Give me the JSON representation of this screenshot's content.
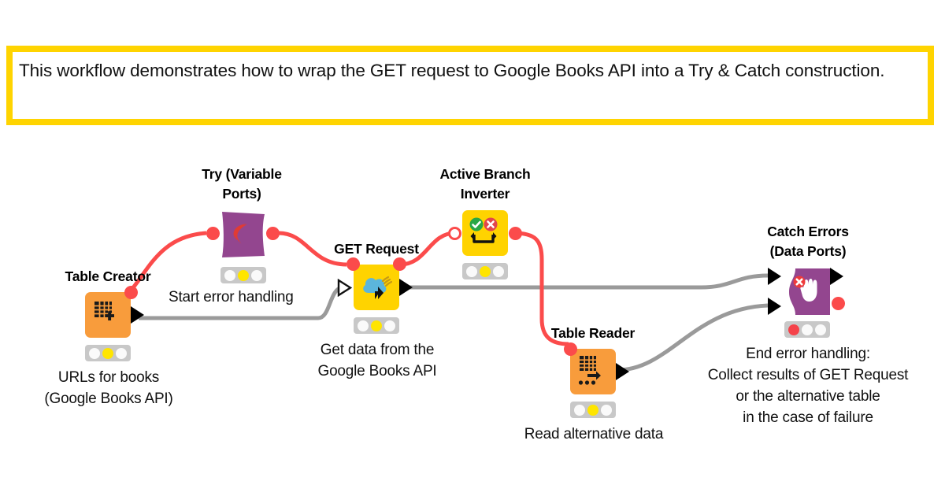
{
  "annotation": {
    "text": "This workflow demonstrates how to wrap the GET request to Google Books API into a Try & Catch construction.",
    "border_color": "#FFD400"
  },
  "colors": {
    "node_orange": "#F89C3C",
    "node_yellow": "#FFD300",
    "node_purple": "#93468F",
    "flow_variable_red": "#FB4B4B",
    "data_connection_gray": "#9A9A9A",
    "status_yellow": "#FFE500",
    "status_red": "#F5424A"
  },
  "wire_labels": {
    "start_error_handling": "Start error handling"
  },
  "nodes": [
    {
      "id": "table-creator",
      "title": "Table Creator",
      "caption": "URLs for books\n(Google Books API)",
      "icon": "table-plus-icon",
      "color": "#F89C3C",
      "status": "yellow"
    },
    {
      "id": "try-variable-ports",
      "title": "Try (Variable\nPorts)",
      "caption": "",
      "icon": "try-crescent-icon",
      "color": "#93468F",
      "status": "yellow"
    },
    {
      "id": "get-request",
      "title": "GET Request",
      "caption": "Get data from the\nGoogle Books API",
      "icon": "cloud-download-icon",
      "color": "#FFD300",
      "status": "yellow"
    },
    {
      "id": "active-branch-inverter",
      "title": "Active Branch\nInverter",
      "caption": "",
      "icon": "check-cross-swap-icon",
      "color": "#FFD300",
      "status": "yellow"
    },
    {
      "id": "table-reader",
      "title": "Table Reader",
      "caption": "Read alternative data",
      "icon": "table-read-icon",
      "color": "#F89C3C",
      "status": "yellow"
    },
    {
      "id": "catch-errors",
      "title": "Catch Errors\n(Data Ports)",
      "caption": "End error handling:\nCollect results of GET Request\nor the alternative table\nin the case of failure",
      "icon": "stop-hand-error-icon",
      "color": "#93468F",
      "status": "red"
    }
  ]
}
